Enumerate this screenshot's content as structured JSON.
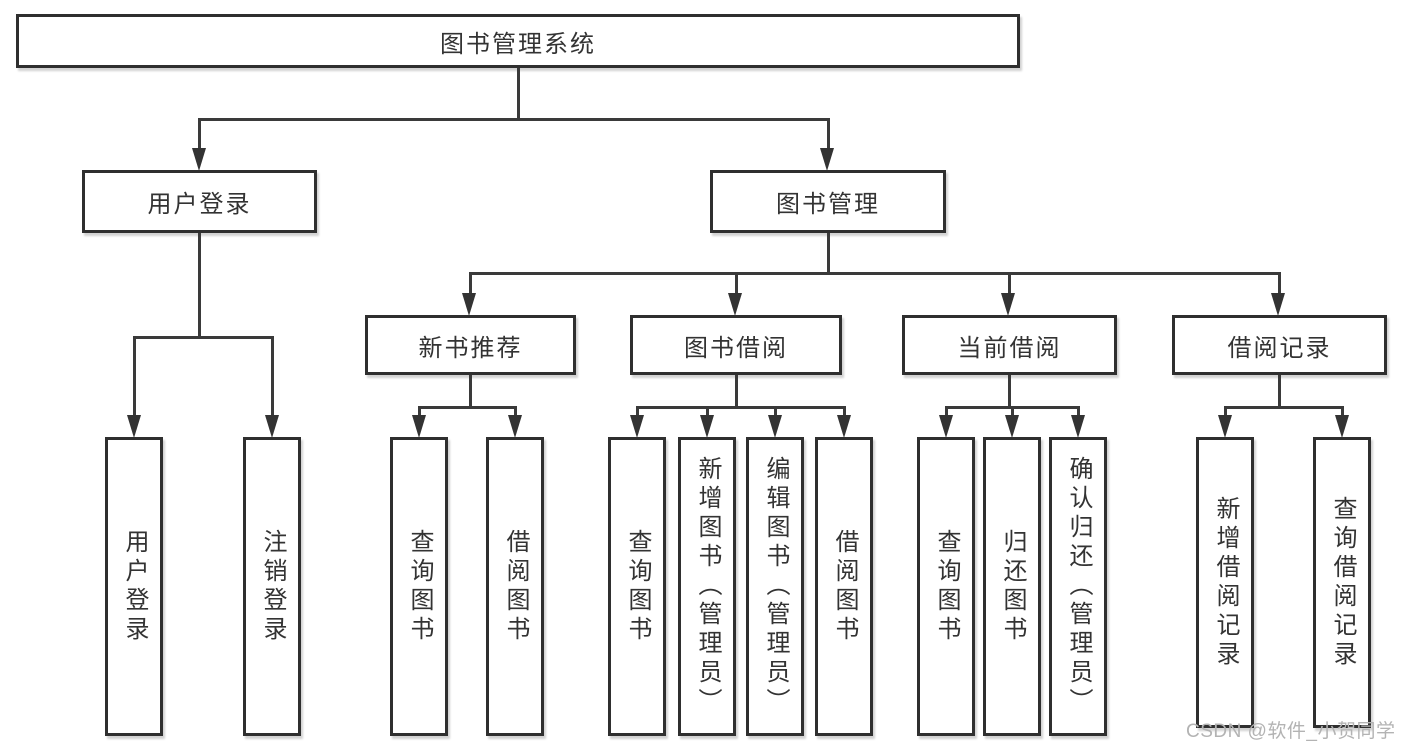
{
  "diagram": {
    "title_node": {
      "label": "图书管理系统"
    },
    "level2": [
      {
        "id": "user-login",
        "label": "用户登录"
      },
      {
        "id": "book-management",
        "label": "图书管理"
      }
    ],
    "level3": [
      {
        "id": "new-book-recommend",
        "label": "新书推荐"
      },
      {
        "id": "book-borrow",
        "label": "图书借阅"
      },
      {
        "id": "current-borrow",
        "label": "当前借阅"
      },
      {
        "id": "borrow-records",
        "label": "借阅记录"
      }
    ],
    "leaves": {
      "user_login": [
        "用户登录",
        "注销登录"
      ],
      "new_book_recommend": [
        "查询图书",
        "借阅图书"
      ],
      "book_borrow": [
        "查询图书",
        "新增图书（管理员）",
        "编辑图书（管理员）",
        "借阅图书"
      ],
      "current_borrow": [
        "查询图书",
        "归还图书",
        "确认归还（管理员）"
      ],
      "borrow_records": [
        "新增借阅记录",
        "查询借阅记录"
      ]
    }
  },
  "watermark": {
    "text": "CSDN @软件_小贺同学"
  },
  "colors": {
    "background": "#ffffff",
    "box_border": "#2f2f2f",
    "line": "#3a3a3a",
    "text": "#333333",
    "watermark": "#b3b3b3"
  }
}
